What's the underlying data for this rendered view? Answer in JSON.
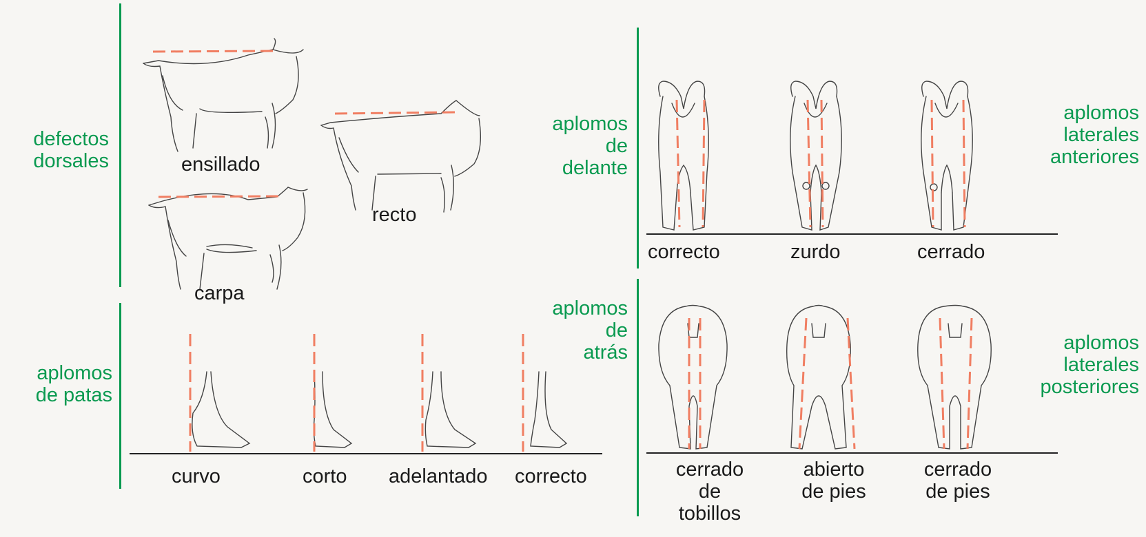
{
  "colors": {
    "accent": "#0a9a50",
    "guide": "#f07e62",
    "text": "#1a1a1a"
  },
  "sections": {
    "dorsal": {
      "title": "defectos\ndorsales",
      "items": [
        "ensillado",
        "recto",
        "carpa"
      ]
    },
    "legs": {
      "title": "aplomos\nde patas",
      "items": [
        "curvo",
        "corto",
        "adelantado",
        "correcto"
      ]
    },
    "front": {
      "title": "aplomos\nde\ndelante",
      "side_title": "aplomos\nlaterales\nanteriores",
      "items": [
        "correcto",
        "zurdo",
        "cerrado"
      ]
    },
    "rear": {
      "title": "aplomos\nde\natrás",
      "side_title": "aplomos\nlaterales\nposteriores",
      "items": [
        "cerrado\nde\ntobillos",
        "abierto\nde pies",
        "cerrado\nde pies"
      ]
    }
  }
}
